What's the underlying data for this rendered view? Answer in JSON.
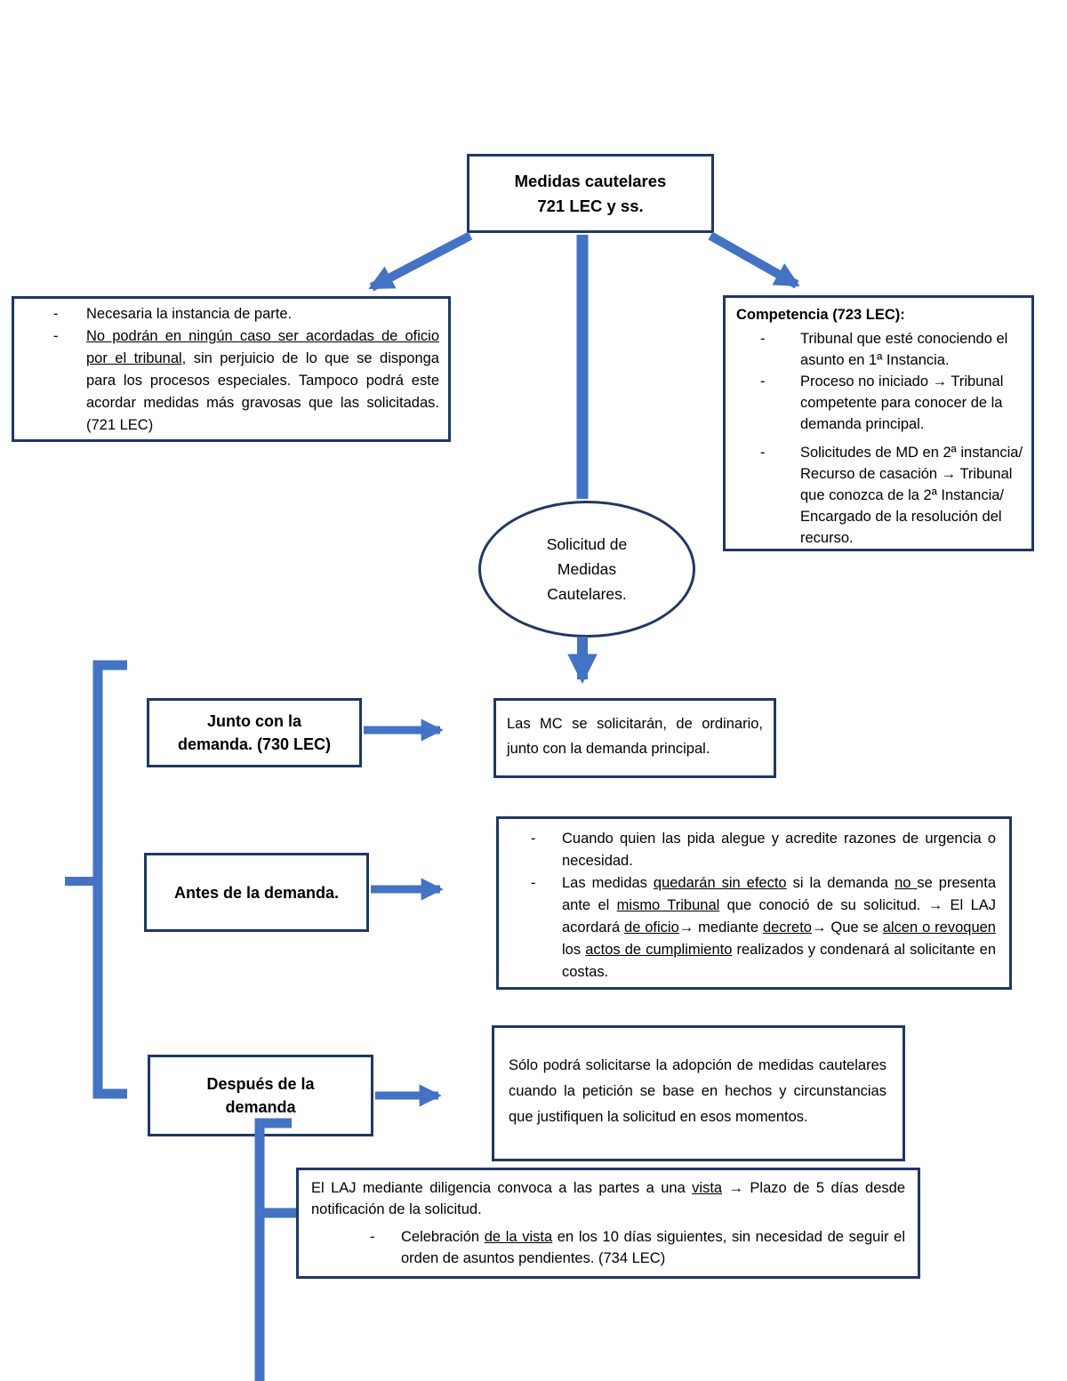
{
  "colors": {
    "box_border": "#1f3864",
    "connector_blue": "#4472c4",
    "background": "#ffffff",
    "text": "#000000"
  },
  "glyphs": {
    "dash": "-"
  },
  "top_box": {
    "line1": "Medidas cautelares",
    "line2": "721 LEC y ss."
  },
  "left_box": {
    "items": [
      [
        {
          "t": "Necesaria la instancia de parte."
        }
      ],
      [
        {
          "t": "No podrán en ningún caso ser acordadas de oficio por el tribunal,",
          "u": true
        },
        {
          "t": " sin perjuicio de lo que se disponga para los procesos especiales. Tampoco podrá este acordar medidas más gravosas que las solicitadas. (721 LEC)"
        }
      ]
    ]
  },
  "right_box": {
    "title": "Competencia (723 LEC):",
    "items": [
      "Tribunal que esté conociendo el asunto en 1ª Instancia.",
      "Proceso no iniciado → Tribunal competente para conocer de la demanda principal.",
      "Solicitudes de MD en 2ª instancia/ Recurso de casación → Tribunal que conozca de la 2ª Instancia/ Encargado de la resolución del recurso."
    ]
  },
  "ellipse": {
    "line1": "Solicitud de",
    "line2": "Medidas",
    "line3": "Cautelares."
  },
  "junto_box": {
    "line1": "Junto con la",
    "line2": "demanda. (730 LEC)"
  },
  "lasmc_box": {
    "text": "Las MC se solicitarán, de ordinario, junto con la demanda principal."
  },
  "antes_box": {
    "text": "Antes de la demanda."
  },
  "middle_box": {
    "items": [
      [
        {
          "t": "Cuando quien las pida alegue y acredite razones de urgencia o necesidad."
        }
      ],
      [
        {
          "t": "Las medidas "
        },
        {
          "t": "quedarán sin efecto",
          "u": true
        },
        {
          "t": " si la demanda "
        },
        {
          "t": "no ",
          "u": true
        },
        {
          "t": "se presenta ante el "
        },
        {
          "t": "mismo Tribunal",
          "u": true
        },
        {
          "t": " que conoció de su solicitud. → El LAJ acordará "
        },
        {
          "t": "de oficio",
          "u": true
        },
        {
          "t": "→ mediante "
        },
        {
          "t": "decreto",
          "u": true
        },
        {
          "t": "→ Que se "
        },
        {
          "t": "alcen o revoquen",
          "u": true
        },
        {
          "t": " los "
        },
        {
          "t": "actos de cumplimiento",
          "u": true
        },
        {
          "t": " realizados y condenará al solicitante en costas."
        }
      ]
    ]
  },
  "despues_box": {
    "line1": "Después de la",
    "line2": "demanda"
  },
  "solo_box": {
    "text": "Sólo podrá solicitarse la adopción de medidas cautelares cuando la petición se base en hechos y circunstancias que justifiquen la solicitud en esos momentos."
  },
  "bottom_box": {
    "p1": [
      {
        "t": "El LAJ mediante diligencia convoca a las partes a una "
      },
      {
        "t": "vista",
        "u": true
      },
      {
        "t": " → Plazo de 5 días desde notificación de la solicitud."
      }
    ],
    "bullet": [
      {
        "t": "Celebración "
      },
      {
        "t": "de la vista",
        "u": true
      },
      {
        "t": " en los 10 días siguientes, sin necesidad de seguir el orden de asuntos pendientes. (734 LEC)"
      }
    ]
  }
}
